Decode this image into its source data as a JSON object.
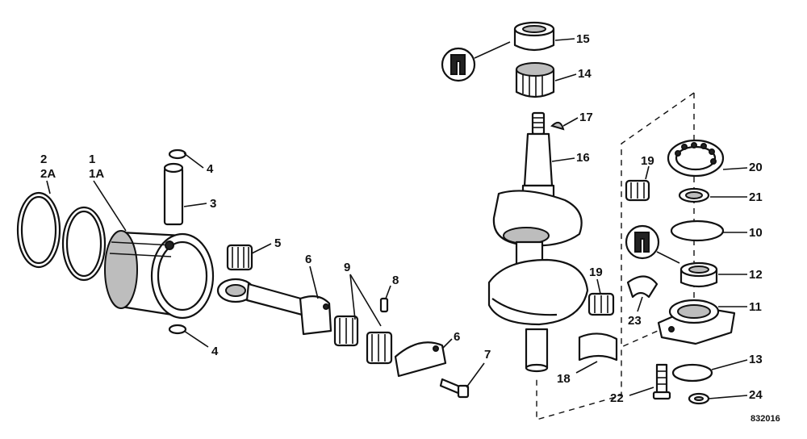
{
  "diagram": {
    "drawing_number": "832016",
    "callouts": [
      {
        "id": "c2",
        "text": "2"
      },
      {
        "id": "c2a",
        "text": "2A"
      },
      {
        "id": "c1",
        "text": "1"
      },
      {
        "id": "c1a",
        "text": "1A"
      },
      {
        "id": "c4a",
        "text": "4"
      },
      {
        "id": "c3",
        "text": "3"
      },
      {
        "id": "c4b",
        "text": "4"
      },
      {
        "id": "c5",
        "text": "5"
      },
      {
        "id": "c6a",
        "text": "6"
      },
      {
        "id": "c9",
        "text": "9"
      },
      {
        "id": "c8",
        "text": "8"
      },
      {
        "id": "c6b",
        "text": "6"
      },
      {
        "id": "c7",
        "text": "7"
      },
      {
        "id": "c15",
        "text": "15"
      },
      {
        "id": "c14",
        "text": "14"
      },
      {
        "id": "c17",
        "text": "17"
      },
      {
        "id": "c16",
        "text": "16"
      },
      {
        "id": "c19a",
        "text": "19"
      },
      {
        "id": "c20",
        "text": "20"
      },
      {
        "id": "c21",
        "text": "21"
      },
      {
        "id": "c10",
        "text": "10"
      },
      {
        "id": "c12",
        "text": "12"
      },
      {
        "id": "c19b",
        "text": "19"
      },
      {
        "id": "c11",
        "text": "11"
      },
      {
        "id": "c23",
        "text": "23"
      },
      {
        "id": "c13",
        "text": "13"
      },
      {
        "id": "c18",
        "text": "18"
      },
      {
        "id": "c22",
        "text": "22"
      },
      {
        "id": "c24",
        "text": "24"
      }
    ]
  }
}
